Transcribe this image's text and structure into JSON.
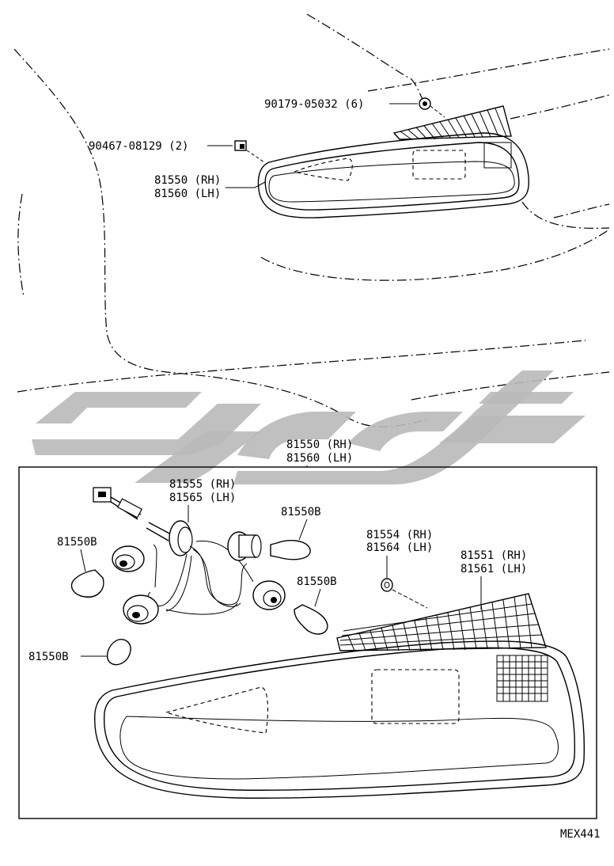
{
  "labels": {
    "nut": "90179-05032 (6)",
    "clip": "90467-08129 (2)",
    "lamp_top_rh": "81550 (RH)",
    "lamp_top_lh": "81560 (LH)",
    "assy_rh": "81550 (RH)",
    "assy_lh": "81560 (LH)",
    "socket_rh": "81555 (RH)",
    "socket_lh": "81565 (LH)",
    "bulb_top": "81550B",
    "bulb_left": "81550B",
    "bulb_mid": "81550B",
    "bulb_low": "81550B",
    "gasket_rh": "81554 (RH)",
    "gasket_lh": "81564 (LH)",
    "lens_rh": "81551 (RH)",
    "lens_lh": "81561 (LH)",
    "diagram_code": "MEX441"
  },
  "colors": {
    "line": "#000000",
    "watermark": "#b9b9b9"
  }
}
